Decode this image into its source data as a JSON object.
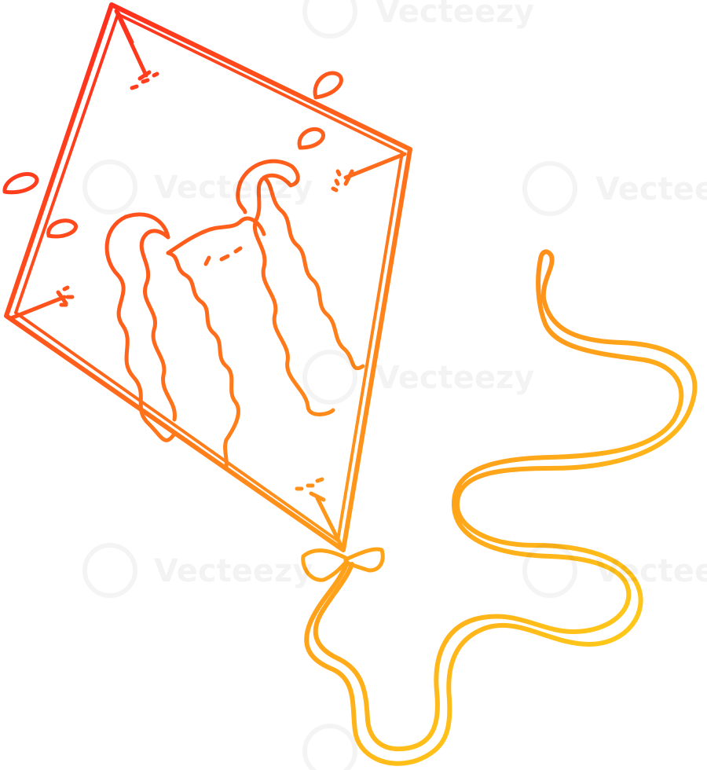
{
  "image": {
    "subject": "kite",
    "style": "hand-drawn line art with warm gradient stroke",
    "colors": {
      "stroke_start": "#ff1e1e",
      "stroke_mid": "#ff8a1a",
      "stroke_end": "#ffe21a",
      "background": "#ffffff"
    },
    "watermark": {
      "text": "Vecteezy"
    }
  }
}
